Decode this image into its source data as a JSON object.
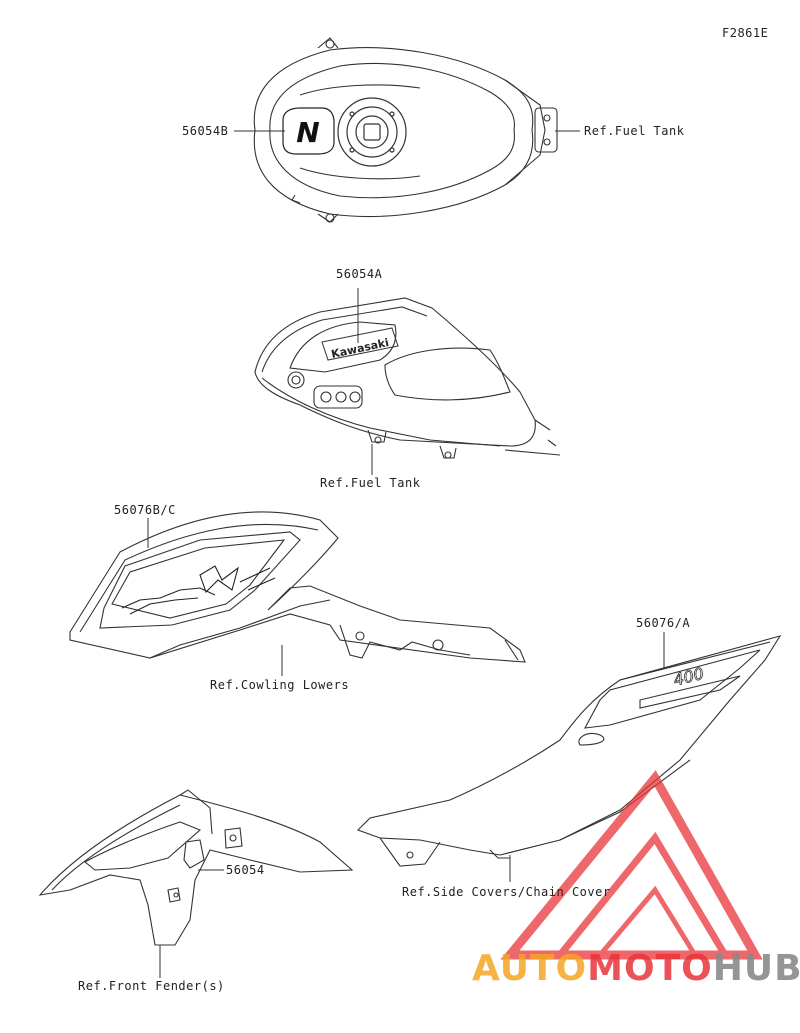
{
  "figure_id": "F2861E",
  "callouts": {
    "tank_top_part": "56054B",
    "tank_top_ref": "Ref.Fuel Tank",
    "tank_side_part": "56054A",
    "tank_side_ref": "Ref.Fuel Tank",
    "cowl_part": "56076B/C",
    "cowl_ref": "Ref.Cowling Lowers",
    "side_cover_part": "56076/A",
    "side_cover_ref": "Ref.Side Covers/Chain Cover",
    "fender_part": "56054",
    "fender_ref": "Ref.Front Fender(s)"
  },
  "decal_text": {
    "tank_logo": "N",
    "side_brand": "Kawasaki",
    "side_cover_model": "400"
  },
  "watermark": {
    "part1": "AUTO",
    "part2": "MOTO",
    "part3": "HUB",
    "color_orange": "#f5a623",
    "color_red": "#e8353a",
    "color_gray": "#8a8a8a"
  }
}
